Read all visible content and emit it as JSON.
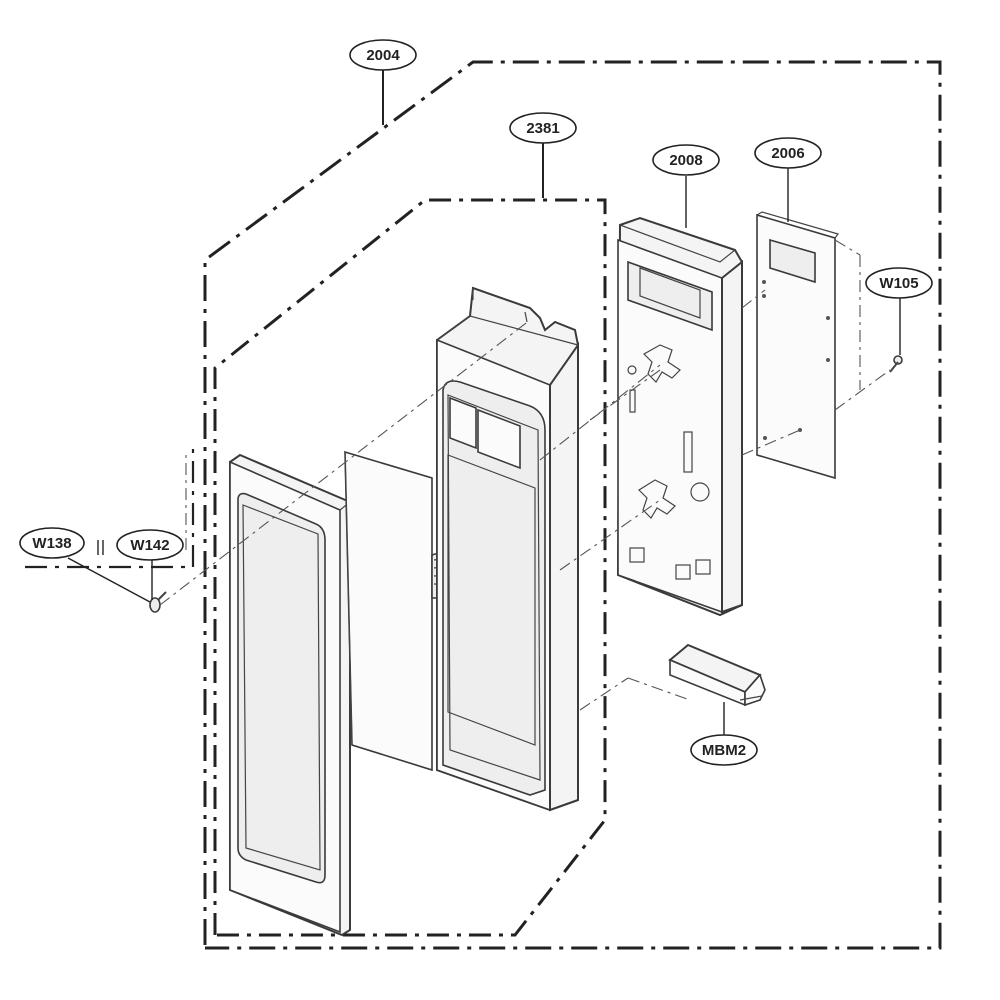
{
  "callouts": {
    "c2004": "2004",
    "c2381": "2381",
    "c2008": "2008",
    "c2006": "2006",
    "cW105": "W105",
    "cW138": "W138",
    "cW142": "W142",
    "cMBM2": "MBM2"
  }
}
